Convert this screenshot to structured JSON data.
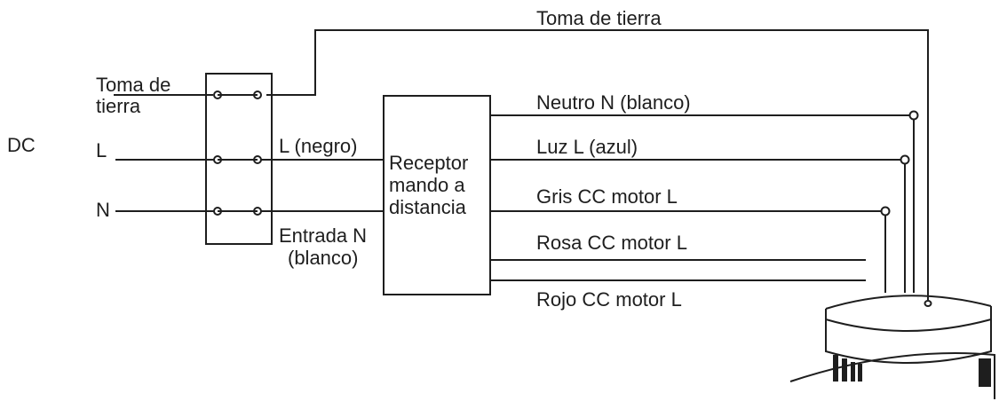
{
  "labels": {
    "ground_top": "Toma de tierra",
    "ground_left_line1": "Toma de",
    "ground_left_line2": "tierra",
    "dc": "DC",
    "l": "L",
    "n": "N",
    "l_negro": "L (negro)",
    "entrada_line1": "Entrada N",
    "entrada_line2": "(blanco)",
    "receiver_line1": "Receptor",
    "receiver_line2": "mando a",
    "receiver_line3": "distancia",
    "neutro": "Neutro N (blanco)",
    "luz": "Luz L (azul)",
    "gris": "Gris CC motor L",
    "rosa": "Rosa CC motor L",
    "rojo": "Rojo CC motor L"
  },
  "colors": {
    "line": "#1e1e1e",
    "background": "#ffffff"
  }
}
